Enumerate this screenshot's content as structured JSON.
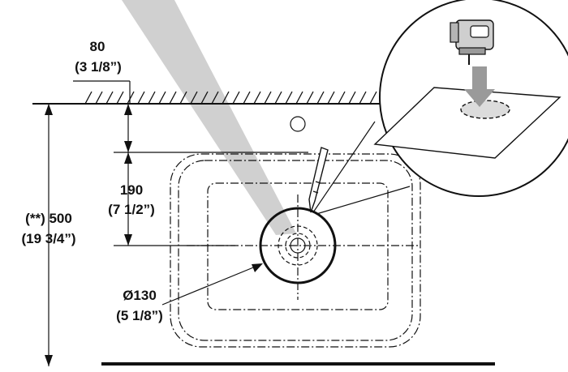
{
  "dimensions": {
    "top_offset": {
      "mm": "80",
      "inch": "(3 1/8”)"
    },
    "hole_offset": {
      "mm": "190",
      "inch": "(7 1/2”)"
    },
    "depth": {
      "mm": "(**) 500",
      "inch": "(19 3/4”)"
    },
    "hole_diameter": {
      "mm": "Ø130",
      "inch": "(5 1/8”)"
    }
  },
  "colors": {
    "line": "#111111",
    "light_beam": "#c8c8c8",
    "arrow_gray": "#9a9a9a",
    "tool_gray": "#cfcfcf",
    "background": "#ffffff"
  },
  "icons": {
    "tool": "jigsaw-icon",
    "marker": "pencil-icon"
  }
}
